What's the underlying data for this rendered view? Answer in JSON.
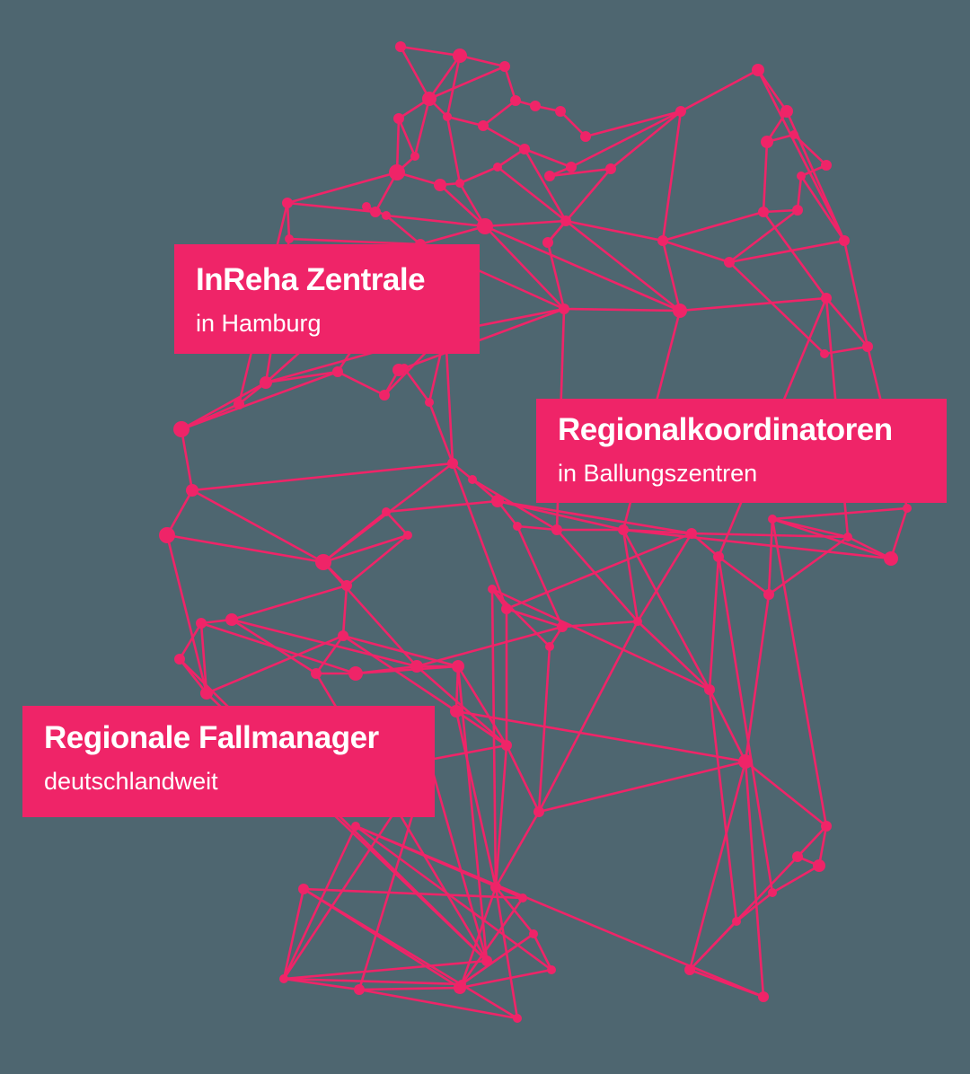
{
  "colors": {
    "background": "#4e6670",
    "accent": "#ef2468",
    "label_text": "#ffffff"
  },
  "labels": {
    "headquarters": {
      "title": "InReha Zentrale",
      "subtitle": "in Hamburg"
    },
    "regional_coordinators": {
      "title": "Regionalkoordinatoren",
      "subtitle": "in Ballungszentren"
    },
    "case_managers": {
      "title": "Regionale Fallmanager",
      "subtitle": "deutschlandweit"
    }
  },
  "network": {
    "description": "Germany-shaped network of nodes and connecting lines",
    "nodes": [
      [
        446,
        52,
        6
      ],
      [
        512,
        62,
        8
      ],
      [
        562,
        74,
        6
      ],
      [
        478,
        110,
        8
      ],
      [
        444,
        132,
        6
      ],
      [
        574,
        112,
        6
      ],
      [
        596,
        118,
        6
      ],
      [
        624,
        124,
        6
      ],
      [
        652,
        152,
        6
      ],
      [
        498,
        130,
        5
      ],
      [
        538,
        140,
        6
      ],
      [
        584,
        166,
        6
      ],
      [
        636,
        186,
        6
      ],
      [
        612,
        196,
        6
      ],
      [
        680,
        188,
        6
      ],
      [
        462,
        174,
        5
      ],
      [
        442,
        192,
        9
      ],
      [
        490,
        206,
        7
      ],
      [
        512,
        204,
        5
      ],
      [
        554,
        186,
        5
      ],
      [
        418,
        236,
        6
      ],
      [
        408,
        230,
        5
      ],
      [
        430,
        240,
        5
      ],
      [
        540,
        252,
        9
      ],
      [
        630,
        246,
        6
      ],
      [
        610,
        270,
        6
      ],
      [
        320,
        226,
        6
      ],
      [
        322,
        266,
        5
      ],
      [
        468,
        272,
        6
      ],
      [
        844,
        78,
        7
      ],
      [
        758,
        124,
        6
      ],
      [
        876,
        124,
        7
      ],
      [
        854,
        158,
        7
      ],
      [
        884,
        150,
        5
      ],
      [
        920,
        184,
        6
      ],
      [
        892,
        196,
        5
      ],
      [
        888,
        234,
        6
      ],
      [
        850,
        236,
        6
      ],
      [
        738,
        268,
        6
      ],
      [
        812,
        292,
        6
      ],
      [
        940,
        268,
        6
      ],
      [
        757,
        346,
        8
      ],
      [
        628,
        344,
        6
      ],
      [
        496,
        370,
        7
      ],
      [
        920,
        332,
        6
      ],
      [
        966,
        386,
        6
      ],
      [
        918,
        394,
        5
      ],
      [
        296,
        426,
        7
      ],
      [
        266,
        450,
        6
      ],
      [
        376,
        414,
        6
      ],
      [
        428,
        440,
        6
      ],
      [
        444,
        412,
        7
      ],
      [
        450,
        410,
        5
      ],
      [
        478,
        448,
        5
      ],
      [
        202,
        478,
        9
      ],
      [
        214,
        546,
        7
      ],
      [
        186,
        596,
        9
      ],
      [
        360,
        626,
        9
      ],
      [
        386,
        652,
        6
      ],
      [
        258,
        690,
        7
      ],
      [
        224,
        694,
        6
      ],
      [
        200,
        734,
        6
      ],
      [
        230,
        772,
        7
      ],
      [
        382,
        708,
        6
      ],
      [
        352,
        750,
        6
      ],
      [
        396,
        750,
        8
      ],
      [
        464,
        742,
        7
      ],
      [
        510,
        742,
        7
      ],
      [
        508,
        792,
        7
      ],
      [
        504,
        516,
        6
      ],
      [
        526,
        534,
        5
      ],
      [
        554,
        558,
        7
      ],
      [
        430,
        570,
        5
      ],
      [
        454,
        596,
        5
      ],
      [
        576,
        586,
        5
      ],
      [
        620,
        590,
        6
      ],
      [
        694,
        590,
        6
      ],
      [
        770,
        594,
        6
      ],
      [
        800,
        620,
        6
      ],
      [
        856,
        662,
        6
      ],
      [
        860,
        578,
        5
      ],
      [
        944,
        598,
        5
      ],
      [
        992,
        622,
        8
      ],
      [
        1010,
        566,
        5
      ],
      [
        710,
        692,
        5
      ],
      [
        626,
        698,
        6
      ],
      [
        564,
        678,
        6
      ],
      [
        548,
        656,
        5
      ],
      [
        612,
        720,
        5
      ],
      [
        790,
        768,
        6
      ],
      [
        830,
        848,
        8
      ],
      [
        920,
        920,
        6
      ],
      [
        888,
        954,
        6
      ],
      [
        912,
        964,
        7
      ],
      [
        860,
        994,
        5
      ],
      [
        820,
        1026,
        5
      ],
      [
        768,
        1080,
        6
      ],
      [
        850,
        1110,
        6
      ],
      [
        600,
        904,
        6
      ],
      [
        564,
        830,
        6
      ],
      [
        552,
        988,
        6
      ],
      [
        594,
        1040,
        5
      ],
      [
        614,
        1080,
        5
      ],
      [
        512,
        1100,
        7
      ],
      [
        338,
        990,
        6
      ],
      [
        316,
        1090,
        5
      ],
      [
        400,
        1102,
        6
      ],
      [
        576,
        1134,
        5
      ],
      [
        396,
        920,
        5
      ],
      [
        478,
        846,
        5
      ],
      [
        542,
        1070,
        6
      ],
      [
        514,
        1096,
        5
      ],
      [
        582,
        1000,
        5
      ]
    ],
    "edges": [
      [
        0,
        1
      ],
      [
        1,
        2
      ],
      [
        0,
        3
      ],
      [
        1,
        3
      ],
      [
        2,
        3
      ],
      [
        3,
        4
      ],
      [
        1,
        9
      ],
      [
        3,
        9
      ],
      [
        9,
        10
      ],
      [
        10,
        5
      ],
      [
        5,
        6
      ],
      [
        6,
        7
      ],
      [
        7,
        8
      ],
      [
        10,
        11
      ],
      [
        11,
        12
      ],
      [
        12,
        13
      ],
      [
        13,
        14
      ],
      [
        3,
        15
      ],
      [
        15,
        16
      ],
      [
        16,
        17
      ],
      [
        17,
        18
      ],
      [
        18,
        19
      ],
      [
        19,
        11
      ],
      [
        16,
        20
      ],
      [
        20,
        21
      ],
      [
        21,
        22
      ],
      [
        22,
        23
      ],
      [
        17,
        23
      ],
      [
        23,
        24
      ],
      [
        24,
        25
      ],
      [
        25,
        14
      ],
      [
        20,
        26
      ],
      [
        26,
        27
      ],
      [
        27,
        28
      ],
      [
        28,
        23
      ],
      [
        14,
        30
      ],
      [
        30,
        29
      ],
      [
        29,
        31
      ],
      [
        31,
        32
      ],
      [
        32,
        33
      ],
      [
        33,
        34
      ],
      [
        34,
        35
      ],
      [
        35,
        36
      ],
      [
        36,
        37
      ],
      [
        37,
        32
      ],
      [
        30,
        38
      ],
      [
        38,
        37
      ],
      [
        38,
        39
      ],
      [
        39,
        36
      ],
      [
        39,
        40
      ],
      [
        40,
        35
      ],
      [
        38,
        41
      ],
      [
        41,
        42
      ],
      [
        42,
        23
      ],
      [
        42,
        43
      ],
      [
        41,
        44
      ],
      [
        44,
        45
      ],
      [
        45,
        46
      ],
      [
        46,
        39
      ],
      [
        43,
        47
      ],
      [
        47,
        48
      ],
      [
        48,
        54
      ],
      [
        47,
        49
      ],
      [
        49,
        50
      ],
      [
        50,
        51
      ],
      [
        51,
        52
      ],
      [
        52,
        53
      ],
      [
        53,
        43
      ],
      [
        54,
        55
      ],
      [
        55,
        56
      ],
      [
        56,
        57
      ],
      [
        57,
        58
      ],
      [
        58,
        59
      ],
      [
        59,
        60
      ],
      [
        60,
        61
      ],
      [
        61,
        62
      ],
      [
        62,
        63
      ],
      [
        63,
        64
      ],
      [
        64,
        65
      ],
      [
        65,
        66
      ],
      [
        66,
        67
      ],
      [
        67,
        68
      ],
      [
        68,
        63
      ],
      [
        57,
        69
      ],
      [
        69,
        70
      ],
      [
        70,
        71
      ],
      [
        71,
        72
      ],
      [
        72,
        73
      ],
      [
        73,
        57
      ],
      [
        71,
        74
      ],
      [
        74,
        75
      ],
      [
        75,
        76
      ],
      [
        76,
        77
      ],
      [
        77,
        78
      ],
      [
        78,
        79
      ],
      [
        79,
        80
      ],
      [
        80,
        81
      ],
      [
        81,
        82
      ],
      [
        82,
        83
      ],
      [
        83,
        80
      ],
      [
        77,
        84
      ],
      [
        84,
        85
      ],
      [
        85,
        86
      ],
      [
        86,
        87
      ],
      [
        87,
        88
      ],
      [
        88,
        85
      ],
      [
        84,
        89
      ],
      [
        89,
        90
      ],
      [
        90,
        91
      ],
      [
        91,
        92
      ],
      [
        92,
        93
      ],
      [
        93,
        91
      ],
      [
        93,
        94
      ],
      [
        94,
        95
      ],
      [
        95,
        96
      ],
      [
        96,
        97
      ],
      [
        90,
        98
      ],
      [
        98,
        99
      ],
      [
        99,
        68
      ],
      [
        98,
        100
      ],
      [
        100,
        101
      ],
      [
        101,
        102
      ],
      [
        102,
        103
      ],
      [
        103,
        104
      ],
      [
        104,
        105
      ],
      [
        105,
        106
      ],
      [
        106,
        107
      ],
      [
        107,
        104
      ],
      [
        105,
        108
      ],
      [
        108,
        102
      ],
      [
        99,
        109
      ],
      [
        109,
        110
      ],
      [
        110,
        67
      ],
      [
        109,
        105
      ],
      [
        100,
        111
      ],
      [
        111,
        112
      ],
      [
        112,
        108
      ],
      [
        113,
        101
      ],
      [
        23,
        41
      ],
      [
        41,
        76
      ],
      [
        76,
        89
      ],
      [
        89,
        90
      ],
      [
        43,
        69
      ],
      [
        69,
        86
      ],
      [
        86,
        99
      ],
      [
        99,
        100
      ],
      [
        28,
        42
      ],
      [
        42,
        75
      ],
      [
        75,
        84
      ],
      [
        84,
        98
      ],
      [
        57,
        66
      ],
      [
        66,
        99
      ],
      [
        54,
        47
      ],
      [
        47,
        28
      ],
      [
        55,
        57
      ],
      [
        56,
        62
      ],
      [
        62,
        110
      ],
      [
        110,
        105
      ],
      [
        106,
        109
      ],
      [
        59,
        64
      ],
      [
        64,
        110
      ],
      [
        60,
        65
      ],
      [
        65,
        67
      ],
      [
        71,
        76
      ],
      [
        76,
        82
      ],
      [
        78,
        89
      ],
      [
        79,
        90
      ],
      [
        83,
        45
      ],
      [
        45,
        40
      ],
      [
        40,
        29
      ],
      [
        31,
        40
      ],
      [
        37,
        44
      ],
      [
        44,
        81
      ],
      [
        81,
        77
      ],
      [
        77,
        86
      ],
      [
        87,
        89
      ],
      [
        88,
        98
      ],
      [
        98,
        113
      ],
      [
        113,
        92
      ],
      [
        92,
        96
      ],
      [
        97,
        90
      ],
      [
        24,
        38
      ],
      [
        24,
        41
      ],
      [
        25,
        42
      ],
      [
        12,
        30
      ],
      [
        8,
        30
      ],
      [
        2,
        5
      ],
      [
        4,
        15
      ],
      [
        4,
        16
      ],
      [
        9,
        18
      ],
      [
        18,
        23
      ],
      [
        19,
        24
      ],
      [
        11,
        24
      ],
      [
        26,
        16
      ],
      [
        22,
        28
      ],
      [
        27,
        47
      ],
      [
        48,
        26
      ],
      [
        50,
        43
      ],
      [
        49,
        28
      ],
      [
        52,
        42
      ],
      [
        53,
        69
      ],
      [
        70,
        75
      ],
      [
        72,
        57
      ],
      [
        73,
        58
      ],
      [
        74,
        85
      ],
      [
        85,
        66
      ],
      [
        87,
        100
      ],
      [
        84,
        113
      ],
      [
        91,
        80
      ],
      [
        94,
        78
      ],
      [
        96,
        90
      ],
      [
        95,
        89
      ],
      [
        101,
        111
      ],
      [
        112,
        104
      ],
      [
        108,
        97
      ],
      [
        103,
        106
      ],
      [
        107,
        100
      ],
      [
        111,
        105
      ],
      [
        61,
        110
      ],
      [
        63,
        67
      ],
      [
        58,
        63
      ],
      [
        56,
        57
      ],
      [
        55,
        69
      ],
      [
        54,
        49
      ],
      [
        60,
        62
      ],
      [
        59,
        66
      ],
      [
        68,
        90
      ],
      [
        68,
        100
      ],
      [
        67,
        99
      ],
      [
        86,
        113
      ],
      [
        76,
        84
      ],
      [
        80,
        82
      ],
      [
        79,
        81
      ],
      [
        78,
        44
      ],
      [
        77,
        71
      ]
    ]
  }
}
